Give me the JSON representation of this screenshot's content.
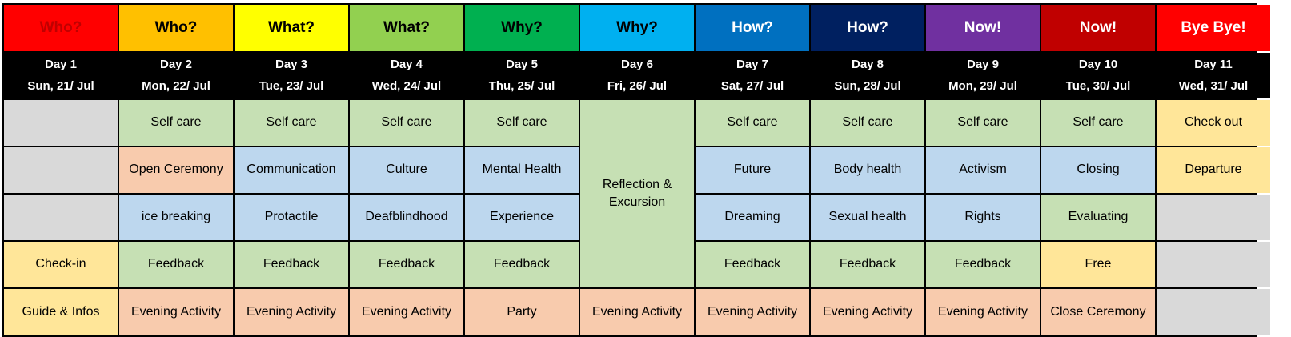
{
  "headers": [
    {
      "label": "Who?",
      "color": "#ff0000",
      "text_color": "#c00000"
    },
    {
      "label": "Who?",
      "color": "#ffc000",
      "text_color": "#000000"
    },
    {
      "label": "What?",
      "color": "#ffff00",
      "text_color": "#000000"
    },
    {
      "label": "What?",
      "color": "#92d050",
      "text_color": "#000000"
    },
    {
      "label": "Why?",
      "color": "#00b050",
      "text_color": "#000000"
    },
    {
      "label": "Why?",
      "color": "#00b0f0",
      "text_color": "#000000"
    },
    {
      "label": "How?",
      "color": "#0070c0",
      "text_color": "#ffffff"
    },
    {
      "label": "How?",
      "color": "#002060",
      "text_color": "#ffffff"
    },
    {
      "label": "Now!",
      "color": "#7030a0",
      "text_color": "#ffffff"
    },
    {
      "label": "Now!",
      "color": "#c00000",
      "text_color": "#ffffff"
    },
    {
      "label": "Bye Bye!",
      "color": "#ff0000",
      "text_color": "#ffffff"
    }
  ],
  "days": [
    {
      "day": "Day 1",
      "date": "Sun, 21/ Jul"
    },
    {
      "day": "Day 2",
      "date": "Mon, 22/ Jul"
    },
    {
      "day": "Day 3",
      "date": "Tue, 23/ Jul"
    },
    {
      "day": "Day 4",
      "date": "Wed, 24/ Jul"
    },
    {
      "day": "Day 5",
      "date": "Thu, 25/ Jul"
    },
    {
      "day": "Day 6",
      "date": "Fri, 26/ Jul"
    },
    {
      "day": "Day 7",
      "date": "Sat, 27/ Jul"
    },
    {
      "day": "Day 8",
      "date": "Sun, 28/ Jul"
    },
    {
      "day": "Day 9",
      "date": "Mon, 29/ Jul"
    },
    {
      "day": "Day 10",
      "date": "Tue, 30/ Jul"
    },
    {
      "day": "Day 11",
      "date": "Wed, 31/ Jul"
    }
  ],
  "schedule": {
    "d1": [
      "",
      "",
      "",
      "Check-in",
      "Guide & Infos"
    ],
    "d2": [
      "Self care",
      "Open Ceremony",
      "ice breaking",
      "Feedback",
      "Evening Activity"
    ],
    "d3": [
      "Self care",
      "Communication",
      "Protactile",
      "Feedback",
      "Evening Activity"
    ],
    "d4": [
      "Self care",
      "Culture",
      "Deafblindhood",
      "Feedback",
      "Evening Activity"
    ],
    "d5": [
      "Self care",
      "Mental Health",
      "Experience",
      "Feedback",
      "Party"
    ],
    "d6": [
      "Reflection & Excursion",
      "Evening Activity"
    ],
    "d7": [
      "Self care",
      "Future",
      "Dreaming",
      "Feedback",
      "Evening Activity"
    ],
    "d8": [
      "Self care",
      "Body health",
      "Sexual health",
      "Feedback",
      "Evening Activity"
    ],
    "d9": [
      "Self care",
      "Activism",
      "Rights",
      "Feedback",
      "Evening Activity"
    ],
    "d10": [
      "Self care",
      "Closing",
      "Evaluating",
      "Free",
      "Close Ceremony"
    ],
    "d11": [
      "Check out",
      "Departure",
      "",
      "",
      ""
    ]
  },
  "colors": {
    "green": "#c6e0b4",
    "blue": "#bdd7ee",
    "peach": "#f8cbad",
    "yellow": "#ffe699",
    "grey": "#d9d9d9"
  }
}
